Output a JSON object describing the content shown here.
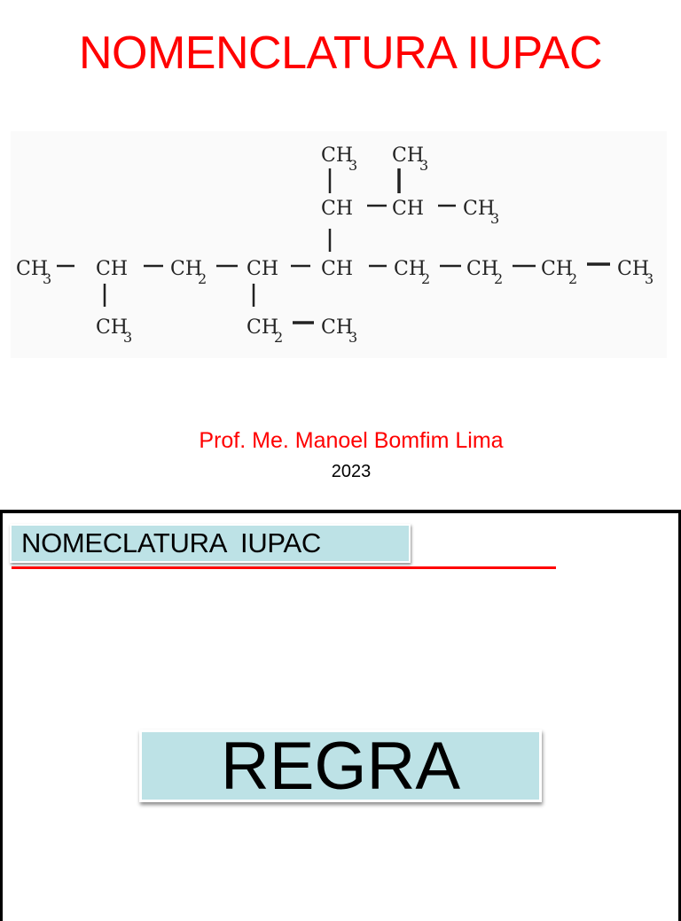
{
  "slide1": {
    "title": "NOMENCLATURA IUPAC",
    "title_color": "#ff0000",
    "structure": {
      "description": "Structural formula of a branched alkane",
      "main_chain": [
        "CH3",
        "CH",
        "CH2",
        "CH",
        "CH",
        "CH2",
        "CH2",
        "CH2",
        "CH3"
      ],
      "substituents": [
        {
          "attached_to_index": 1,
          "group": "CH3",
          "position": "below"
        },
        {
          "attached_to_index": 3,
          "group": "CH2—CH3",
          "position": "below"
        },
        {
          "attached_to_index": 4,
          "group": "CH(CH3)—CH(CH3)—CH3",
          "position": "above"
        }
      ],
      "labels": {
        "ch3": "CH",
        "ch": "CH",
        "ch2": "CH",
        "sub3": "3",
        "sub2": "2"
      }
    },
    "author": "Prof. Me. Manoel Bomfim Lima",
    "author_color": "#ff0000",
    "year": "2023"
  },
  "slide2": {
    "header": "NOMECLATURA  IUPAC",
    "header_bg": "#bde2e6",
    "rule_color": "#ff0000",
    "box_label": "REGRA",
    "box_bg": "#bde2e6"
  }
}
